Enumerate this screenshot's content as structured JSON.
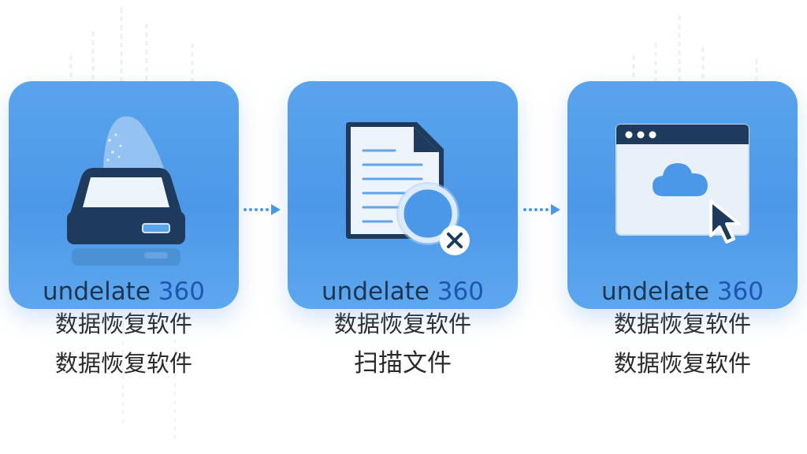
{
  "steps": [
    {
      "icon": "hard-drive-icon",
      "brand": {
        "name": "undelate",
        "number": "360"
      },
      "line1": "数据恢复软件",
      "line2": "数据恢复软件"
    },
    {
      "icon": "file-scan-icon",
      "brand": {
        "name": "undelate",
        "number": "360"
      },
      "line1": "数据恢复软件",
      "line2": "扫描文件"
    },
    {
      "icon": "cloud-browser-icon",
      "brand": {
        "name": "undelate",
        "number": "360"
      },
      "line1": "数据恢复软件",
      "line2": "数据恢复软件"
    }
  ],
  "connectors": [
    "dotted-arrow-icon",
    "dotted-arrow-icon"
  ],
  "colors": {
    "card_blue": "#4c98e8",
    "icon_navy": "#1e3a5c",
    "brand_text": "#1c3553",
    "brand_number": "#1f56b3",
    "caption_text": "#2a2a2a"
  }
}
